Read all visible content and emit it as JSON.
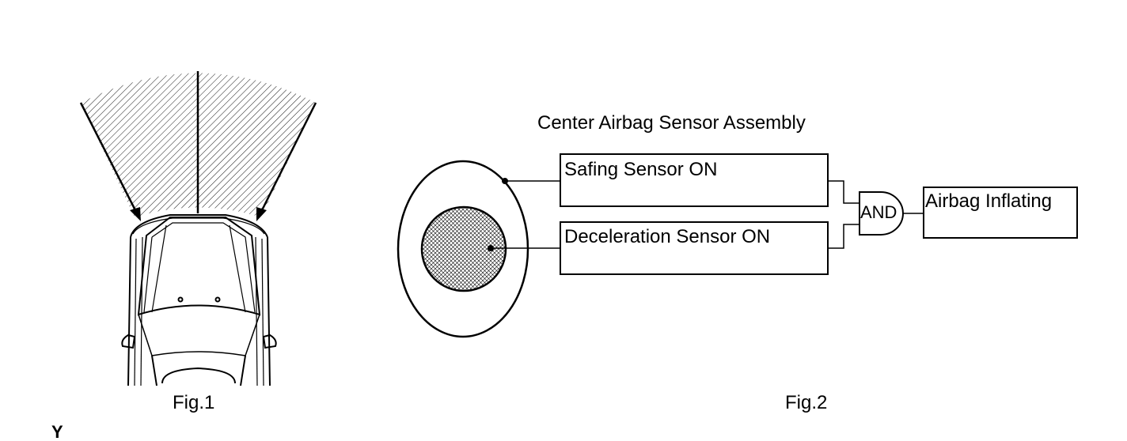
{
  "fig1": {
    "caption": "Fig.1"
  },
  "fig2": {
    "title": "Center Airbag Sensor Assembly",
    "safing_label": "Safing Sensor ON",
    "decel_label": "Deceleration Sensor ON",
    "gate_label": "AND",
    "output_label": "Airbag Inflating",
    "caption": "Fig.2"
  },
  "corner_mark": "Y"
}
